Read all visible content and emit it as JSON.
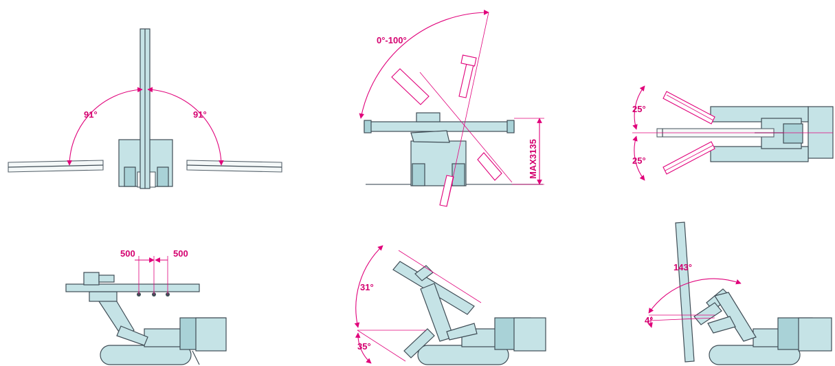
{
  "labels": {
    "p1_left_angle": "91°",
    "p1_right_angle": "91°",
    "p2_swing_angle": "0°-100°",
    "p2_height": "MAX3135",
    "p3_upper_angle": "25°",
    "p3_lower_angle": "25°",
    "p4_left_offset": "500",
    "p4_right_offset": "500",
    "p5_upper_angle": "31°",
    "p5_lower_angle": "35°",
    "p6_upper_angle": "143°",
    "p6_lower_angle": "4°"
  },
  "colors": {
    "dimension": "#e0007a",
    "machine_fill": "#c5e3e6",
    "machine_outline": "#3f4c55"
  }
}
